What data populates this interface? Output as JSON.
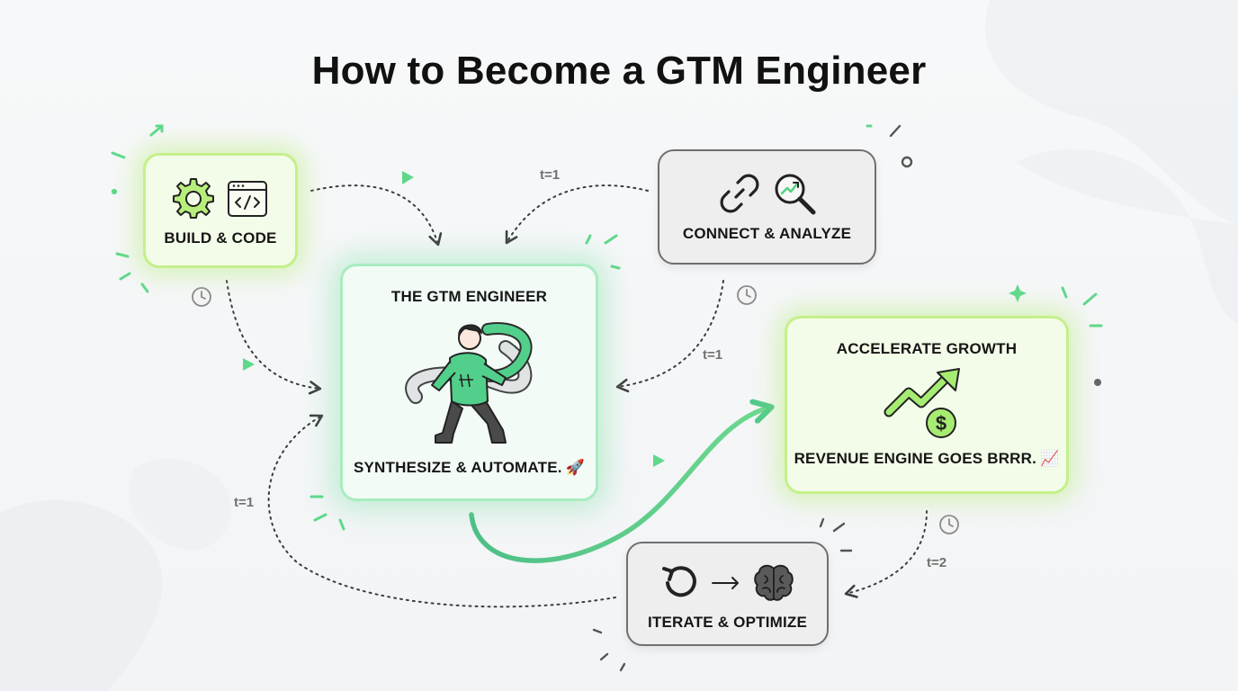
{
  "title": "How to Become a GTM Engineer",
  "nodes": {
    "build": {
      "label": "BUILD & CODE",
      "icons": [
        "gear-icon",
        "code-window-icon"
      ]
    },
    "connect": {
      "label": "CONNECT & ANALYZE",
      "icons": [
        "link-chain-icon",
        "magnifier-chart-icon"
      ]
    },
    "engineer": {
      "heading": "THE GTM ENGINEER",
      "caption": "SYNTHESIZE & AUTOMATE.",
      "caption_emoji": "🚀",
      "illustration": "engineer-character-icon"
    },
    "growth": {
      "heading": "ACCELERATE GROWTH",
      "caption": "REVENUE ENGINE GOES BRRR.",
      "caption_emoji": "📈",
      "icons": [
        "trend-arrow-icon",
        "dollar-coin-icon"
      ]
    },
    "iterate": {
      "label": "ITERATE & OPTIMIZE",
      "icons": [
        "cycle-arrow-icon",
        "right-arrow-icon",
        "brain-icon"
      ]
    }
  },
  "edges": [
    {
      "from": "build",
      "to": "engineer",
      "time_label": ""
    },
    {
      "from": "connect",
      "to": "engineer",
      "time_label": "t=1"
    },
    {
      "from": "connect",
      "to": "engineer",
      "time_label": "t=1"
    },
    {
      "from": "engineer",
      "to": "growth",
      "time_label": ""
    },
    {
      "from": "growth",
      "to": "iterate",
      "time_label": "t=2"
    },
    {
      "from": "iterate",
      "to": "engineer",
      "time_label": "t=1"
    }
  ],
  "colors": {
    "accent_green": "#4fd17e",
    "lime": "#b8ee7c",
    "mint_border": "#a8ecc1",
    "gray_border": "#6f6f6f",
    "arrow": "#3d3d3d"
  }
}
